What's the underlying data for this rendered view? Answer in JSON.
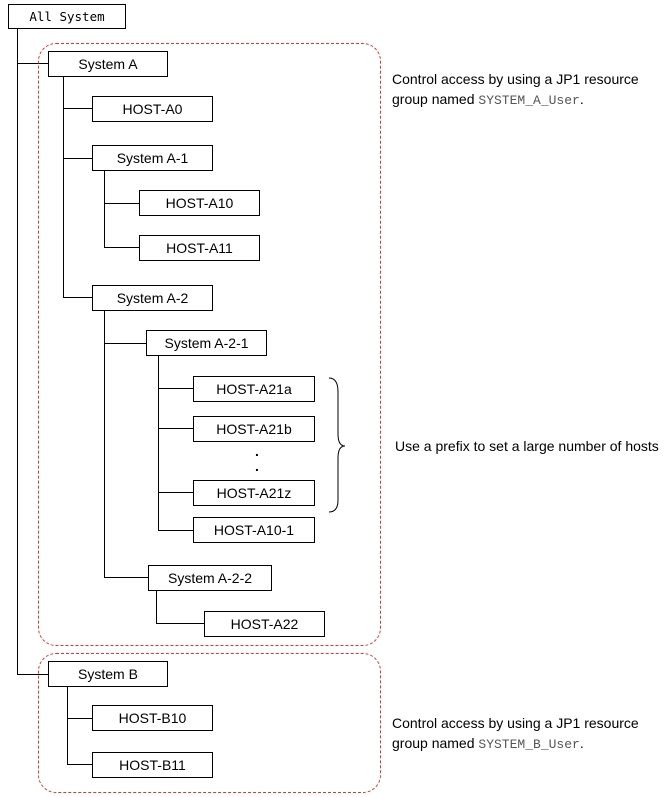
{
  "tree": {
    "root": "All System",
    "system_a": {
      "label": "System A",
      "host_a0": "HOST-A0",
      "system_a1": {
        "label": "System A-1",
        "hosts": [
          "HOST-A10",
          "HOST-A11"
        ]
      },
      "system_a2": {
        "label": "System A-2",
        "system_a21": {
          "label": "System A-2-1",
          "hosts": [
            "HOST-A21a",
            "HOST-A21b",
            "HOST-A21z",
            "HOST-A10-1"
          ],
          "ellipsis": ".",
          "ellipsis2": "."
        },
        "system_a22": {
          "label": "System A-2-2",
          "hosts": [
            "HOST-A22"
          ]
        }
      }
    },
    "system_b": {
      "label": "System B",
      "hosts": [
        "HOST-B10",
        "HOST-B11"
      ]
    }
  },
  "notes": {
    "group_a_line1": "Control access by using a JP1 resource",
    "group_a_line2_prefix": "group named ",
    "group_a_code": "SYSTEM_A_User",
    "group_a_suffix": ".",
    "prefix_note": "Use a prefix to set a large number of hosts",
    "group_b_line1": "Control access by using a JP1 resource",
    "group_b_line2_prefix": "group named ",
    "group_b_code": "SYSTEM_B_User",
    "group_b_suffix": "."
  },
  "colors": {
    "group_border": "#e8322f",
    "line": "#000000"
  }
}
